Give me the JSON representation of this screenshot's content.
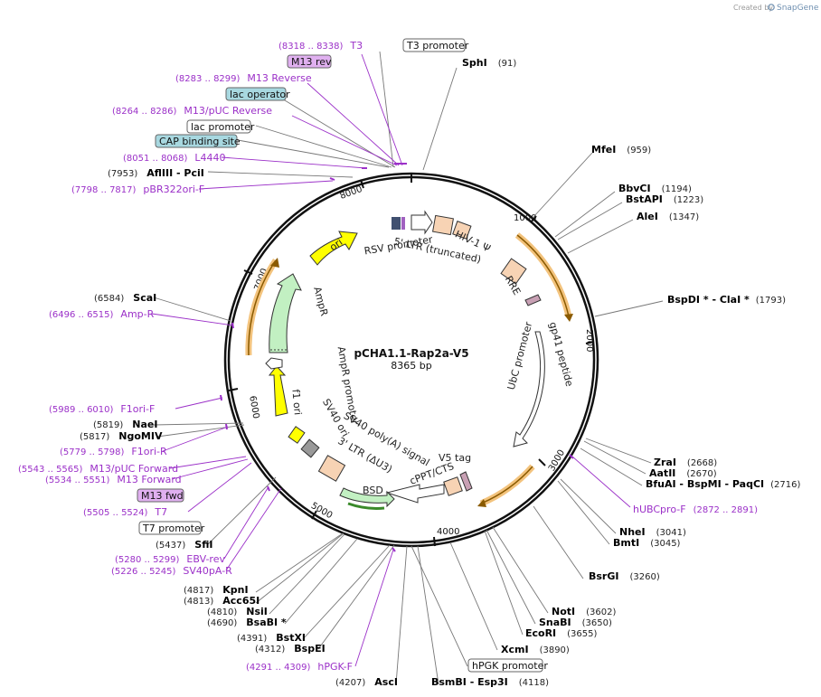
{
  "credit": {
    "text": "Created by",
    "brand": "SnapGene"
  },
  "plasmid": {
    "name": "pCHA1.1-Rap2a-V5",
    "size": "8365 bp",
    "length": 8365
  },
  "ticks": [
    "1000",
    "2000",
    "3000",
    "4000",
    "5000",
    "6000",
    "7000",
    "8000"
  ],
  "features": [
    {
      "label": "RSV promoter",
      "color": "#ffffff"
    },
    {
      "label": "5' LTR (truncated)",
      "color": "#f7d3b4"
    },
    {
      "label": "HIV-1 Ψ",
      "color": "#f7d3b4"
    },
    {
      "label": "RRE",
      "color": "#f7d3b4"
    },
    {
      "label": "gp41 peptide",
      "color": "#c8a0b4"
    },
    {
      "label": "UbC promoter",
      "color": "#ffffff"
    },
    {
      "label": "V5 tag",
      "color": "#c8a0b4"
    },
    {
      "label": "cPPT/CTS",
      "color": "#f7d3b4"
    },
    {
      "label": "BSD",
      "color": "#c2f0c2"
    },
    {
      "label": "3' LTR (ΔU3)",
      "color": "#f7d3b4"
    },
    {
      "label": "SV40 poly(A) signal",
      "color": "#999999"
    },
    {
      "label": "SV40 ori",
      "color": "#ffff00"
    },
    {
      "label": "f1 ori",
      "color": "#ffff00"
    },
    {
      "label": "AmpR promoter",
      "color": "#ffffff"
    },
    {
      "label": "AmpR",
      "color": "#c2f0c2"
    },
    {
      "label": "ori",
      "color": "#ffff00"
    }
  ],
  "boxed_labels": [
    {
      "text": "T3 promoter",
      "fill": "#ffffff"
    },
    {
      "text": "M13 rev",
      "fill": "#e0b0f0"
    },
    {
      "text": "lac operator",
      "fill": "#a8d8e0"
    },
    {
      "text": "lac promoter",
      "fill": "#ffffff"
    },
    {
      "text": "CAP binding site",
      "fill": "#a8d8e0"
    },
    {
      "text": "M13 fwd",
      "fill": "#e0b0f0"
    },
    {
      "text": "T7 promoter",
      "fill": "#ffffff"
    },
    {
      "text": "hPGK promoter",
      "fill": "#ffffff"
    }
  ],
  "enzymes": [
    {
      "name": "SphI",
      "pos": "(91)"
    },
    {
      "name": "MfeI",
      "pos": "(959)"
    },
    {
      "name": "BbvCI",
      "pos": "(1194)"
    },
    {
      "name": "BstAPI",
      "pos": "(1223)"
    },
    {
      "name": "AleI",
      "pos": "(1347)"
    },
    {
      "name": "BspDI * - ClaI *",
      "pos": "(1793)"
    },
    {
      "name": "ZraI",
      "pos": "(2668)"
    },
    {
      "name": "AatII",
      "pos": "(2670)"
    },
    {
      "name": "BfuAI - BspMI - PaqCI",
      "pos": "(2716)"
    },
    {
      "name": "NheI",
      "pos": "(3041)"
    },
    {
      "name": "BmtI",
      "pos": "(3045)"
    },
    {
      "name": "BsrGI",
      "pos": "(3260)"
    },
    {
      "name": "NotI",
      "pos": "(3602)"
    },
    {
      "name": "SnaBI",
      "pos": "(3650)"
    },
    {
      "name": "EcoRI",
      "pos": "(3655)"
    },
    {
      "name": "XcmI",
      "pos": "(3890)"
    },
    {
      "name": "BsmBI - Esp3I",
      "pos": "(4118)"
    },
    {
      "name": "AscI",
      "pos": "(4207)"
    },
    {
      "name": "BspEI",
      "pos": "(4312)"
    },
    {
      "name": "BstXI",
      "pos": "(4391)"
    },
    {
      "name": "BsaBI *",
      "pos": "(4690)"
    },
    {
      "name": "NsiI",
      "pos": "(4810)"
    },
    {
      "name": "Acc65I",
      "pos": "(4813)"
    },
    {
      "name": "KpnI",
      "pos": "(4817)"
    },
    {
      "name": "SfiI",
      "pos": "(5437)"
    },
    {
      "name": "NgoMIV",
      "pos": "(5817)"
    },
    {
      "name": "NaeI",
      "pos": "(5819)"
    },
    {
      "name": "ScaI",
      "pos": "(6584)"
    },
    {
      "name": "AflIII - PciI",
      "pos": "(7953)"
    }
  ],
  "primers": [
    {
      "name": "T3",
      "pos": "(8318 .. 8338)"
    },
    {
      "name": "M13 Reverse",
      "pos": "(8283 .. 8299)"
    },
    {
      "name": "M13/pUC Reverse",
      "pos": "(8264 .. 8286)"
    },
    {
      "name": "L4440",
      "pos": "(8051 .. 8068)"
    },
    {
      "name": "pBR322ori-F",
      "pos": "(7798 .. 7817)"
    },
    {
      "name": "Amp-R",
      "pos": "(6496 .. 6515)"
    },
    {
      "name": "F1ori-F",
      "pos": "(5989 .. 6010)"
    },
    {
      "name": "F1ori-R",
      "pos": "(5779 .. 5798)"
    },
    {
      "name": "M13/pUC Forward",
      "pos": "(5543 .. 5565)"
    },
    {
      "name": "M13 Forward",
      "pos": "(5534 .. 5551)"
    },
    {
      "name": "T7",
      "pos": "(5505 .. 5524)"
    },
    {
      "name": "EBV-rev",
      "pos": "(5280 .. 5299)"
    },
    {
      "name": "SV40pA-R",
      "pos": "(5226 .. 5245)"
    },
    {
      "name": "hPGK-F",
      "pos": "(4291 .. 4309)"
    },
    {
      "name": "hUBCpro-F",
      "pos": "(2872 .. 2891)"
    }
  ]
}
